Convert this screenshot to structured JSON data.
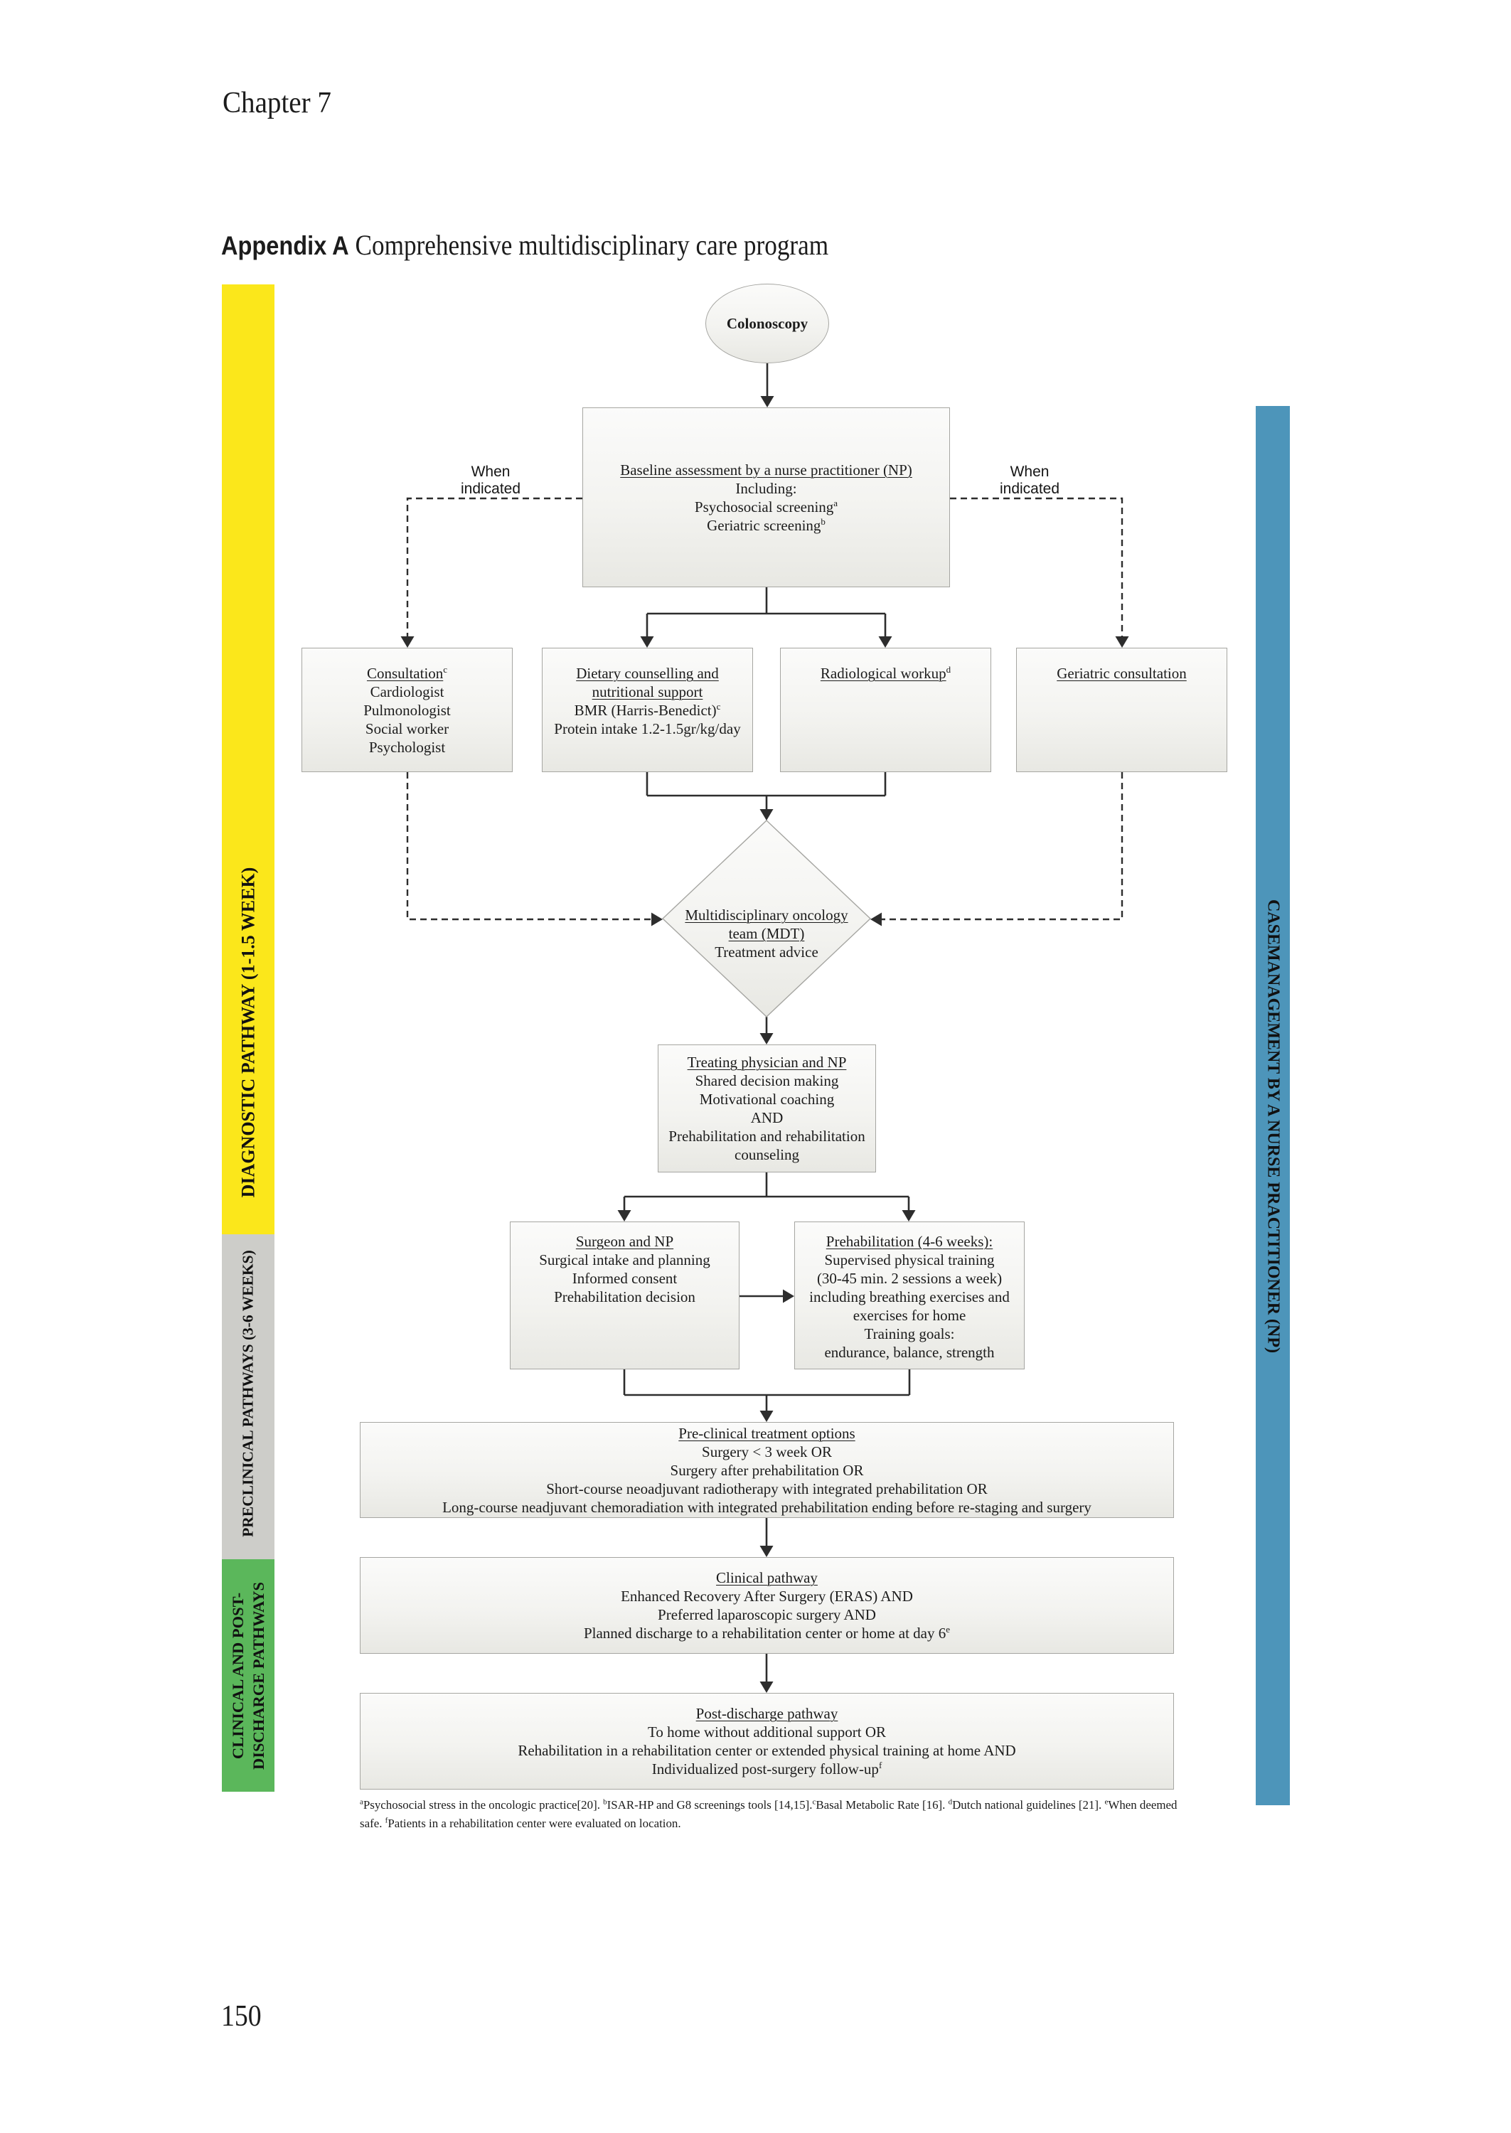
{
  "page": {
    "chapter_heading": "Chapter 7",
    "appendix_label": "Appendix A",
    "appendix_title": "Comprehensive multidisciplinary care program",
    "page_number": "150"
  },
  "bands": {
    "diagnostic": {
      "label": "DIAGNOSTIC PATHWAY (1-1.5 WEEK)",
      "color": "#FBE71B"
    },
    "preclinical": {
      "label": "PRECLINICAL PATHWAYS (3-6 WEEKS)",
      "color": "#CDCDC9"
    },
    "clinical": {
      "label_line1": "CLINICAL AND POST-",
      "label_line2": "DISCHARGE PATHWAYS",
      "color": "#5BB75B"
    },
    "casemanagement": {
      "label": "CASEMANAGEMENT BY A NURSE PRACTITIONER (NP)",
      "color": "#4D95BA"
    }
  },
  "flowchart": {
    "colonoscopy": {
      "title": "Colonoscopy"
    },
    "when_indicated_left": {
      "line1": "When",
      "line2": "indicated"
    },
    "when_indicated_right": {
      "line1": "When",
      "line2": "indicated"
    },
    "baseline": {
      "title": "Baseline assessment by a nurse practitioner (NP)",
      "line1": "Including:",
      "line2": "Psychosocial screening",
      "line2_sup": "a",
      "line3": "Geriatric screening",
      "line3_sup": "b"
    },
    "consultation": {
      "title": "Consultation",
      "title_sup": "c",
      "line1": "Cardiologist",
      "line2": "Pulmonologist",
      "line3": "Social worker",
      "line4": "Psychologist"
    },
    "dietary": {
      "title": "Dietary counselling and nutritional support",
      "line1": "BMR (Harris-Benedict)",
      "line1_sup": "c",
      "line2": "Protein intake 1.2-1.5gr/kg/day"
    },
    "radiological": {
      "title": "Radiological workup",
      "title_sup": "d"
    },
    "geriatric": {
      "title": "Geriatric consultation"
    },
    "mdt": {
      "title": "Multidisciplinary oncology team (MDT)",
      "line1": "Treatment advice"
    },
    "treating": {
      "title": "Treating physician and NP",
      "line1": "Shared decision making",
      "line2": "Motivational coaching",
      "line3": "AND",
      "line4": "Prehabilitation and rehabilitation counseling"
    },
    "surgeon": {
      "title": "Surgeon and NP",
      "line1": "Surgical intake and planning",
      "line2": "Informed consent",
      "line3": "Prehabilitation decision"
    },
    "prehabilitation": {
      "title": "Prehabilitation (4-6 weeks):",
      "line1": "Supervised physical training",
      "line2": "(30-45 min. 2 sessions a week)",
      "line3": "including breathing exercises and exercises for home",
      "line4": "Training goals:",
      "line5": "endurance, balance, strength"
    },
    "preclinical_options": {
      "title": "Pre-clinical treatment options",
      "line1": "Surgery < 3 week OR",
      "line2": "Surgery after prehabilitation OR",
      "line3": "Short-course neoadjuvant radiotherapy with integrated prehabilitation OR",
      "line4": "Long-course neadjuvant chemoradiation with integrated prehabilitation ending before re-staging and surgery"
    },
    "clinical_pathway": {
      "title": "Clinical pathway",
      "line1": "Enhanced Recovery After Surgery (ERAS) AND",
      "line2": "Preferred laparoscopic surgery AND",
      "line3": "Planned discharge to a rehabilitation center or home at day 6",
      "line3_sup": "e"
    },
    "post_discharge": {
      "title": "Post-discharge pathway",
      "line1": "To home without additional support OR",
      "line2": "Rehabilitation in a rehabilitation center or extended physical training at home AND",
      "line3": "Individualized post-surgery follow-up",
      "line3_sup": "f"
    }
  },
  "footnote": {
    "n1_sup": "a",
    "n1": "Psychosocial stress in the oncologic practice[20]. ",
    "n2_sup": "b",
    "n2": "ISAR-HP and G8 screenings tools [14,15].",
    "n3_sup": "c",
    "n3": "Basal Metabolic Rate [16]. ",
    "n4_sup": "d",
    "n4": "Dutch national guidelines [21]. ",
    "n5_sup": "e",
    "n5": "When deemed",
    "n6": "safe. ",
    "n7_sup": "f",
    "n7": "Patients in a rehabilitation center were evaluated on location."
  }
}
